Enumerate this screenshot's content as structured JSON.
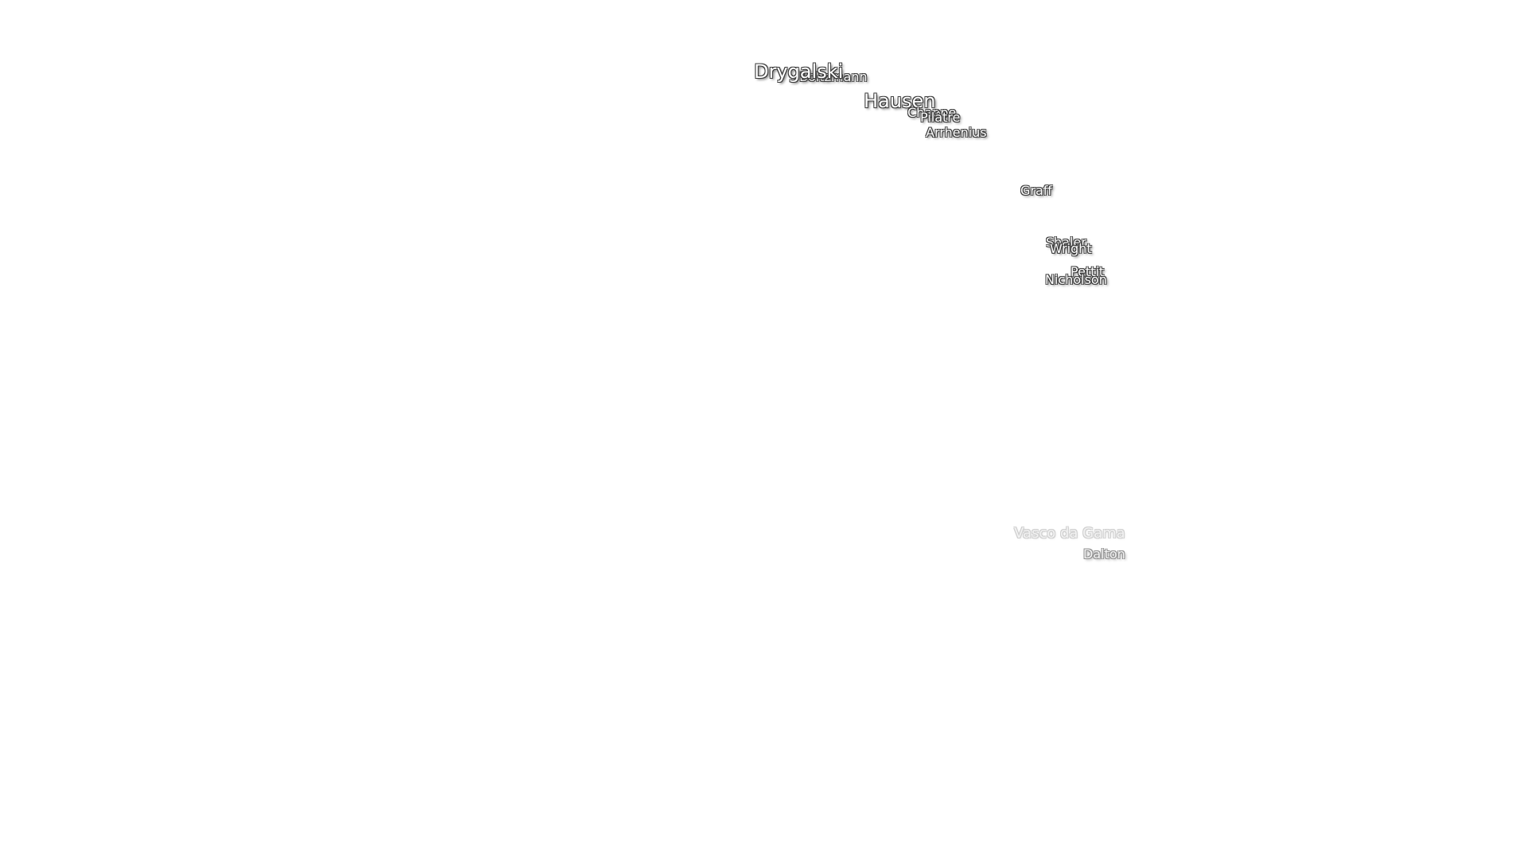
{
  "labels": {
    "drygalski": "Drygalski",
    "boltzmann": "Boltzmann",
    "hausen": "Hausen",
    "chappe": "Chappe",
    "pilatre": "Pilâtre",
    "arrhenius": "Arrhenius",
    "graff": "Graff",
    "shaler": "Shaler",
    "wright": "Wright",
    "pettit": "Pettit",
    "nicholson": "Nicholson",
    "vasco_da_gama": "Vasco da Gama",
    "dalton": "Dalton"
  }
}
